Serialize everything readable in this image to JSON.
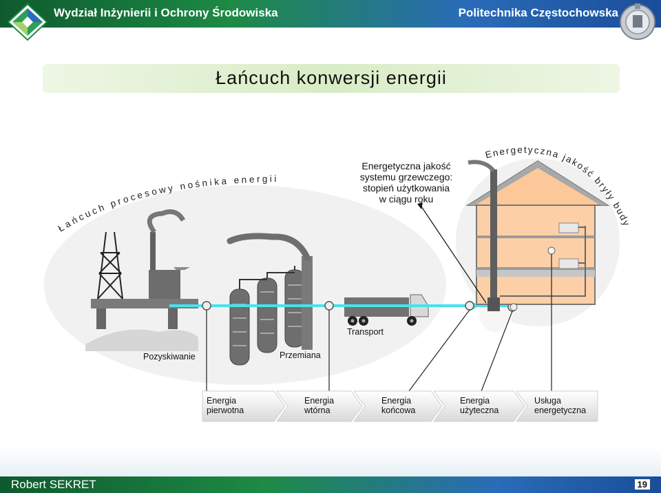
{
  "header": {
    "faculty": "Wydział Inżynierii i Ochrony Środowiska",
    "university": "Politechnika Częstochowska"
  },
  "title": "Łańcuch konwersji energii",
  "diagram": {
    "arc_left": "Łańcuch procesowy nośnika energii",
    "arc_right": "Energetyczna jakość bryły budynku",
    "callout": [
      "Energetyczna jakość",
      "systemu grzewczego:",
      "stopień użytkowania",
      "w ciągu roku"
    ],
    "stage_labels": {
      "extraction": "Pozyskiwanie",
      "conversion": "Przemiana",
      "transport": "Transport"
    },
    "chain": [
      {
        "l1": "Energia",
        "l2": "pierwotna"
      },
      {
        "l1": "Energia",
        "l2": "wtórna"
      },
      {
        "l1": "Energia",
        "l2": "końcowa"
      },
      {
        "l1": "Energia",
        "l2": "użyteczna"
      },
      {
        "l1": "Usługa",
        "l2": "energetyczna"
      }
    ]
  },
  "footer": {
    "author": "Robert SEKRET",
    "page": "19"
  }
}
